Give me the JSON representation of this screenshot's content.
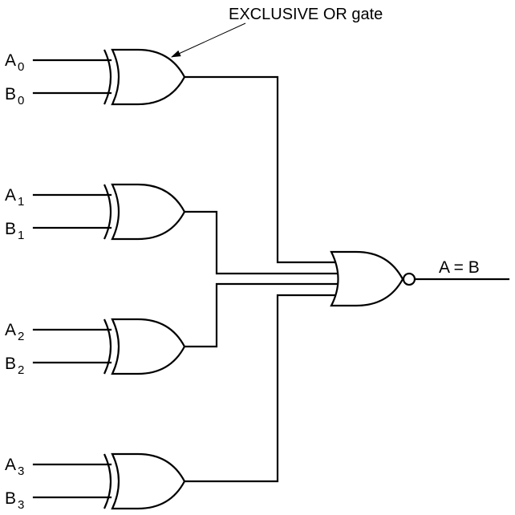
{
  "diagram": {
    "title": "4-bit equality comparator",
    "callout": {
      "text": "EXCLUSIVE OR gate"
    },
    "output_label": "A = B",
    "inputs": [
      {
        "a_letter": "A",
        "a_sub": "0",
        "b_letter": "B",
        "b_sub": "0"
      },
      {
        "a_letter": "A",
        "a_sub": "1",
        "b_letter": "B",
        "b_sub": "1"
      },
      {
        "a_letter": "A",
        "a_sub": "2",
        "b_letter": "B",
        "b_sub": "2"
      },
      {
        "a_letter": "A",
        "a_sub": "3",
        "b_letter": "B",
        "b_sub": "3"
      }
    ],
    "gates": {
      "xor_count": 4,
      "xor_type": "XOR",
      "final_type": "NOR"
    }
  }
}
